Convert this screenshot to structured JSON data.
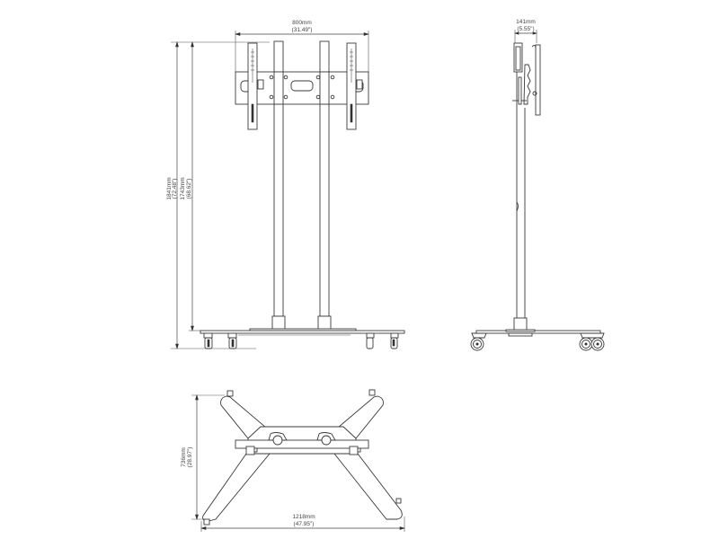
{
  "drawing": {
    "subject": "Mobile TV stand technical dimension drawing",
    "line_color": "#3a3a3a",
    "background": "#ffffff"
  },
  "views": {
    "front": {
      "name": "Front view",
      "dimensions": {
        "width": {
          "mm": "800mm",
          "inch": "(31.49\")"
        },
        "total_height": {
          "mm": "1841mm",
          "inch": "(72.48\")"
        },
        "pole_height": {
          "mm": "1743mm",
          "inch": "(68.62\")"
        }
      }
    },
    "side": {
      "name": "Side view",
      "dimensions": {
        "depth": {
          "mm": "141mm",
          "inch": "(5.55\")"
        }
      }
    },
    "top": {
      "name": "Base top view",
      "dimensions": {
        "base_depth": {
          "mm": "736mm",
          "inch": "(28.97\")"
        },
        "base_width": {
          "mm": "1218mm",
          "inch": "(47.95\")"
        }
      }
    }
  }
}
